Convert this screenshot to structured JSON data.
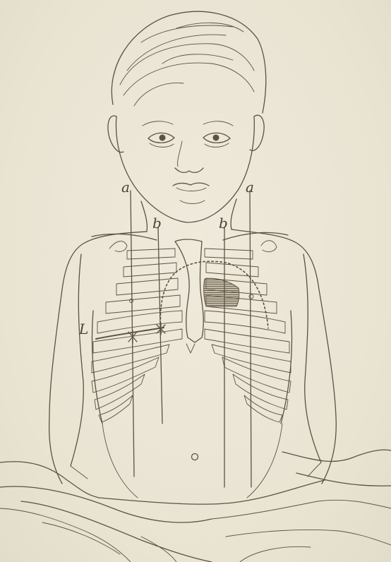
{
  "figure": {
    "labels": {
      "a_left": "a",
      "a_right": "a",
      "b_left": "b",
      "b_right": "b",
      "L": "L"
    }
  },
  "colors": {
    "paper": "#ebe6d6",
    "ink": "#5c5240",
    "hatch": "#9c9079",
    "dull_area": "#a39780"
  }
}
